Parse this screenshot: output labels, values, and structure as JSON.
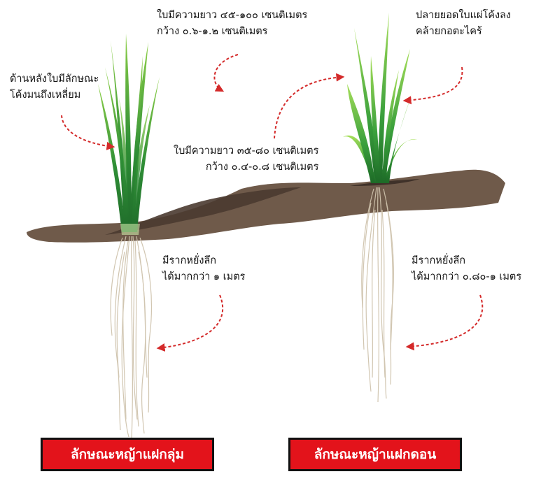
{
  "labels": {
    "lowland_leaf_size": [
      "ใบมีความยาว ๔๕-๑๐๐ เซนติเมตร",
      "กว้าง ๐.๖-๑.๒ เซนติเมตร"
    ],
    "lowland_leaf_back": [
      "ด้านหลังใบมีลักษณะ",
      "โค้งมนถึงเหลี่ยม"
    ],
    "lowland_roots": [
      "มีรากหยั่งลึก",
      "ได้มากกว่า ๑ เมตร"
    ],
    "upland_leaf_tip": [
      "ปลายยอดใบแผ่โค้งลง",
      "คล้ายกอตะไคร้"
    ],
    "upland_leaf_size": [
      "ใบมีความยาว ๓๕-๘๐ เซนติเมตร",
      "กว้าง ๐.๔-๐.๘ เซนติเมตร"
    ],
    "upland_roots": [
      "มีรากหยั่งลึก",
      "ได้มากกว่า ๐.๘๐-๑ เมตร"
    ]
  },
  "titles": {
    "lowland": "ลักษณะหญ้าแฝกลุ่ม",
    "upland": "ลักษณะหญ้าแฝกดอน"
  },
  "colors": {
    "soil": "#6f5a4a",
    "soil_dark": "#3f3129",
    "leaf_dark": "#1f6b2a",
    "leaf_light": "#8fd14a",
    "root": "#cfc3ad",
    "arrow": "#d42a2a",
    "title_bg": "#e3131b"
  }
}
